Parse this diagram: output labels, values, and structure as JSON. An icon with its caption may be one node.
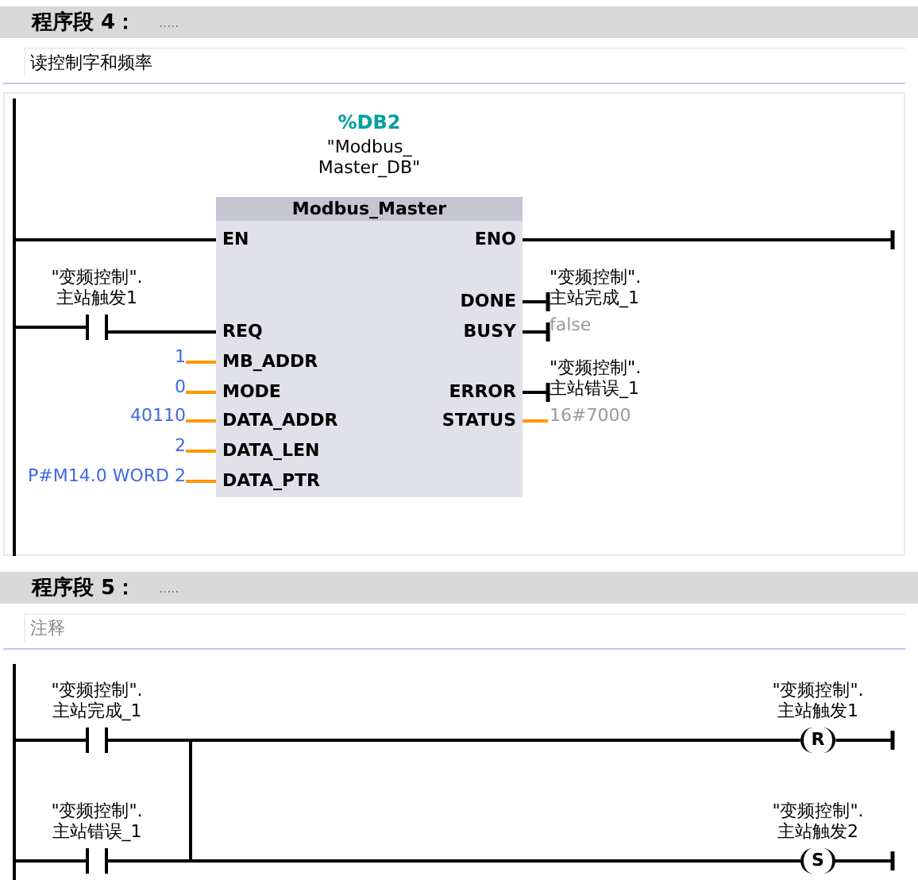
{
  "diagram": {
    "nodes": [
      {
        "text": [],
        "shape": "bar"
      },
      {
        "text": [
          "%DB2",
          "\"Modbus_ Master_DB\"",
          "Modbus_Master"
        ]
      },
      {
        "text": [
          "EN"
        ],
        "in": 1
      },
      {
        "text": [
          "ENO"
        ],
        "in": 1
      },
      {
        "text": [
          "REQ"
        ],
        "in": 1
      },
      {
        "text": [
          "DONE"
        ],
        "in": 1
      },
      {
        "text": [
          "BUSY"
        ],
        "in": 1
      },
      {
        "text": [
          "MB_ADDR"
        ],
        "in": 1
      },
      {
        "text": [
          "MODE"
        ],
        "in": 1
      },
      {
        "text": [
          "ERROR"
        ],
        "in": 1
      },
      {
        "text": [
          "DATA_ADDR"
        ],
        "in": 1
      },
      {
        "text": [
          "STATUS"
        ],
        "in": 1
      },
      {
        "text": [
          "DATA_LEN"
        ],
        "in": 1
      },
      {
        "text": [
          "DATA_PTR"
        ],
        "in": 1
      },
      {
        "text": [
          "\"变频控制\".主站触发1"
        ]
      },
      {
        "text": [
          "1"
        ]
      },
      {
        "text": [
          "0"
        ]
      },
      {
        "text": [
          "40110"
        ]
      },
      {
        "text": [
          "2"
        ]
      },
      {
        "text": [
          "P#M14.0 WORD 2"
        ]
      },
      {
        "text": [
          "\"变频控制\".主站完成_1"
        ]
      },
      {
        "text": [
          "false"
        ]
      },
      {
        "text": [
          "\"变频控制\".主站错误_1"
        ]
      },
      {
        "text": [
          "16#7000"
        ]
      },
      {
        "text": [],
        "shape": "bar"
      },
      {
        "text": [
          "\"变频控制\".主站完成_1"
        ]
      },
      {
        "text": [
          "\"变频控制\".主站错误_1"
        ]
      },
      {
        "text": [
          "\"变频控制\".主站触发1",
          "R"
        ]
      },
      {
        "text": [
          "\"变频控制\".主站触发2",
          "S"
        ]
      }
    ],
    "edges": [
      {
        "from": 0,
        "to": 2,
        "arrow": "none"
      },
      {
        "from": 3,
        "to": null,
        "arrow": "other"
      },
      {
        "from": 0,
        "to": 14,
        "arrow": "none"
      },
      {
        "from": 14,
        "to": 4,
        "arrow": "none"
      },
      {
        "from": 5,
        "to": 20,
        "arrow": "other"
      },
      {
        "from": 6,
        "to": 21,
        "arrow": "other"
      },
      {
        "from": 15,
        "to": 7,
        "arrow": "none",
        "color": "#ff9900"
      },
      {
        "from": 16,
        "to": 8,
        "arrow": "none",
        "color": "#ff9900"
      },
      {
        "from": 9,
        "to": 22,
        "arrow": "other"
      },
      {
        "from": 17,
        "to": 10,
        "arrow": "none",
        "color": "#ff9900"
      },
      {
        "from": 11,
        "to": 23,
        "arrow": "none",
        "color": "#ff9900"
      },
      {
        "from": 18,
        "to": 12,
        "arrow": "none",
        "color": "#ff9900"
      },
      {
        "from": 19,
        "to": 13,
        "arrow": "none",
        "color": "#ff9900"
      },
      {
        "from": 24,
        "to": 25,
        "arrow": "none"
      },
      {
        "from": 25,
        "to": 27,
        "arrow": "none"
      },
      {
        "from": 25,
        "to": 28,
        "arrow": "none"
      },
      {
        "from": 24,
        "to": 26,
        "arrow": "none"
      },
      {
        "from": 26,
        "to": 27,
        "arrow": "none"
      },
      {
        "from": 26,
        "to": 28,
        "arrow": "none"
      },
      {
        "from": 27,
        "to": null,
        "arrow": "other"
      },
      {
        "from": 28,
        "to": null,
        "arrow": "other"
      }
    ],
    "labels": [
      "程序段 4：",
      ".....",
      "读控制字和频率",
      "程序段 5：",
      ".....",
      "注释"
    ]
  }
}
